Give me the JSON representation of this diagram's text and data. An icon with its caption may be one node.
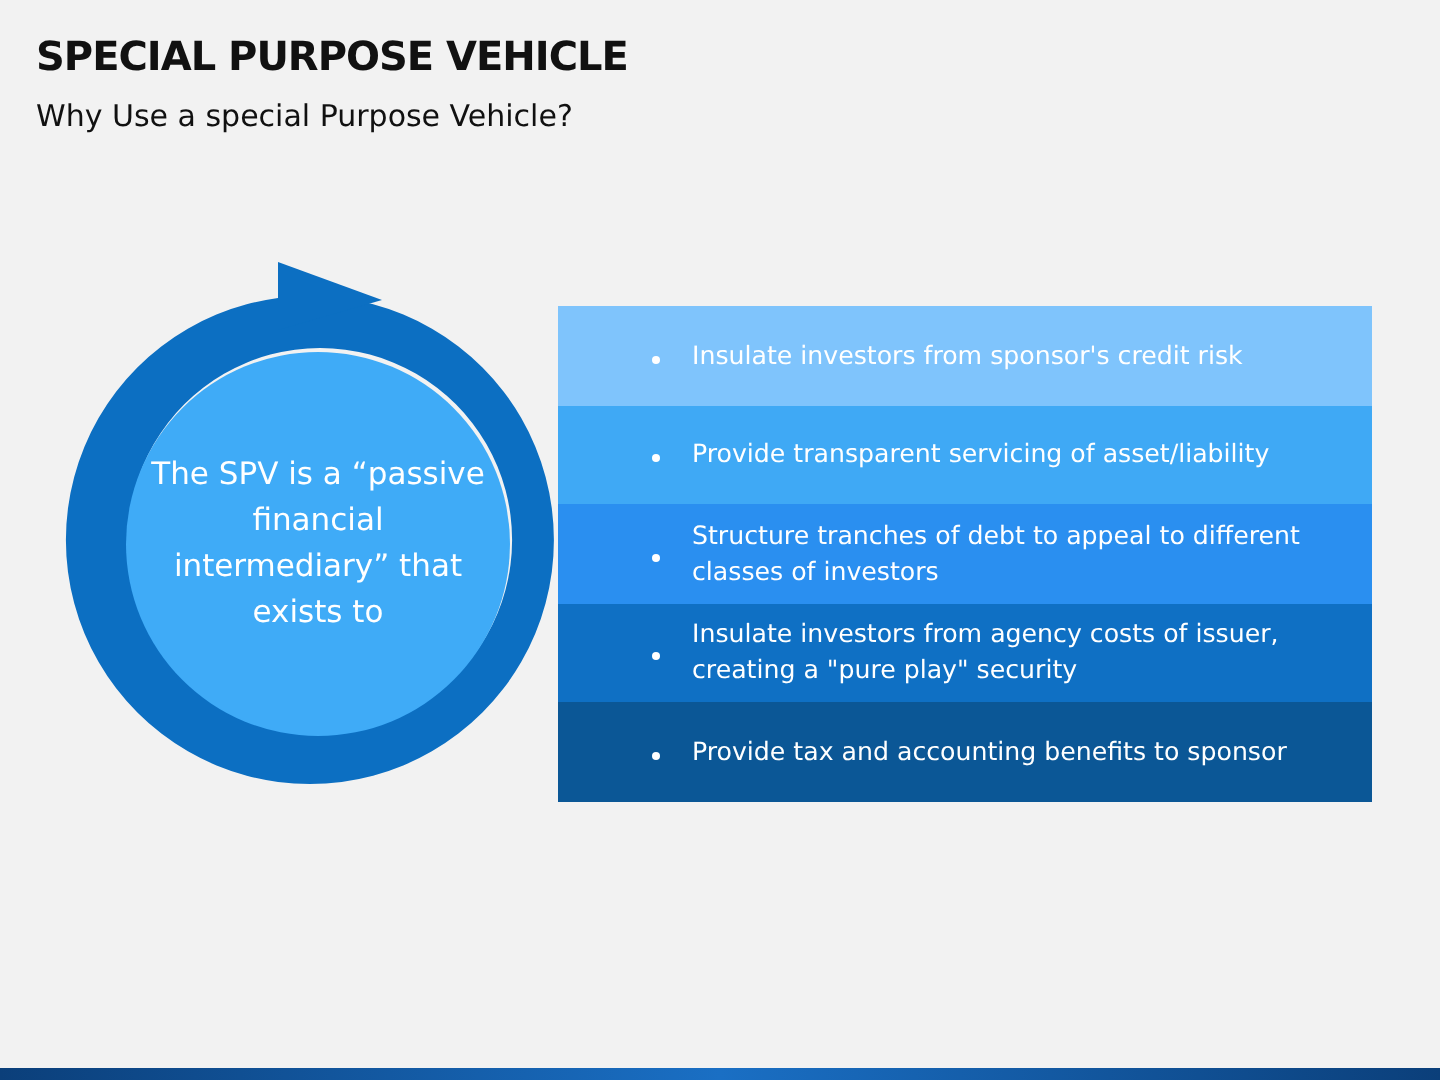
{
  "diagram": {
    "title": "SPECIAL PURPOSE VEHICLE",
    "caption": "Why Use a special Purpose Vehicle?",
    "nodes": [
      {
        "text": [
          "The SPV is a “passive financial intermediary” that exists to"
        ]
      },
      {
        "text": [
          "Insulate investors from sponsor's credit risk"
        ]
      },
      {
        "text": [
          "Provide transparent servicing of asset/liability"
        ]
      },
      {
        "text": [
          "Structure tranches of debt to appeal to different classes of investors"
        ]
      },
      {
        "text": [
          "Insulate investors from agency costs of issuer, creating a \"pure play\" security"
        ]
      },
      {
        "text": [
          "Provide tax and accounting benefits to sponsor"
        ]
      }
    ],
    "edges": []
  }
}
